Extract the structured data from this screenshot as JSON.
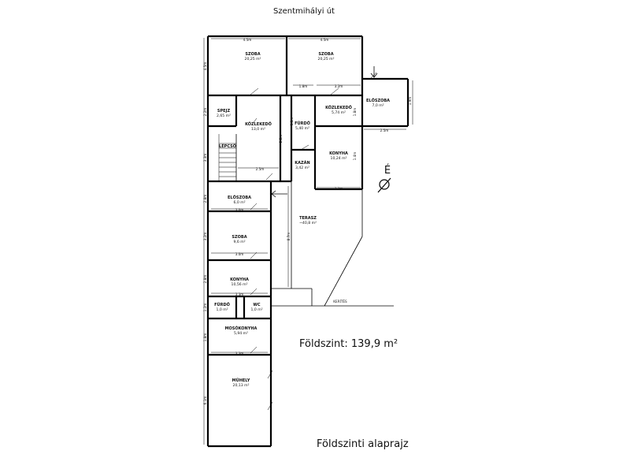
{
  "street_label": "Szentmihályi út",
  "fence_label": "KERÍTÉS",
  "north_label": "É",
  "floor_area_label": "Földszint: 139,9 m²",
  "plan_title": "Földszinti alaprajz",
  "rooms": [
    {
      "name": "SZOBA",
      "area": "20,25 m²"
    },
    {
      "name": "SZOBA",
      "area": "20,25 m²"
    },
    {
      "name": "SPEJZ",
      "area": "2,65 m²"
    },
    {
      "name": "KÖZLEKEDŐ",
      "area": "13,0 m²"
    },
    {
      "name": "FÜRDŐ",
      "area": "5,40 m²"
    },
    {
      "name": "KÖZLEKEDŐ",
      "area": "5,74 m²"
    },
    {
      "name": "ELŐSZOBA",
      "area": "7,0 m²"
    },
    {
      "name": "LÉPCSŐ",
      "area": ""
    },
    {
      "name": "KONYHA",
      "area": "10,24 m²"
    },
    {
      "name": "KAZÁN",
      "area": "3,42 m²"
    },
    {
      "name": "ELŐSZOBA",
      "area": "6,0 m²"
    },
    {
      "name": "TERASZ",
      "area": "~40,8 m²"
    },
    {
      "name": "SZOBA",
      "area": "9,6 m²"
    },
    {
      "name": "KONYHA",
      "area": "10,56 m²"
    },
    {
      "name": "FÜRDŐ",
      "area": "1,0 m²"
    },
    {
      "name": "WC",
      "area": "1,0 m²"
    },
    {
      "name": "MOSÓKONYHA",
      "area": "5,94 m²"
    },
    {
      "name": "MŰHELY",
      "area": "20,13 m²"
    }
  ],
  "dimensions": [
    "4.5m",
    "4.5m",
    "1.8m",
    "3.2m",
    "2.5m",
    "2.5m",
    "3.0m",
    "3.0m",
    "3.3m",
    "3.3m",
    "3.2m",
    "4.5m",
    "2.2m",
    "3.3m",
    "2.8m",
    "3.2m",
    "2.8m",
    "1.2m",
    "1.8m",
    "6.1m",
    "2.2m",
    "1.8m",
    "1.8m",
    "1.4m",
    "8.7m",
    "1.9m"
  ]
}
